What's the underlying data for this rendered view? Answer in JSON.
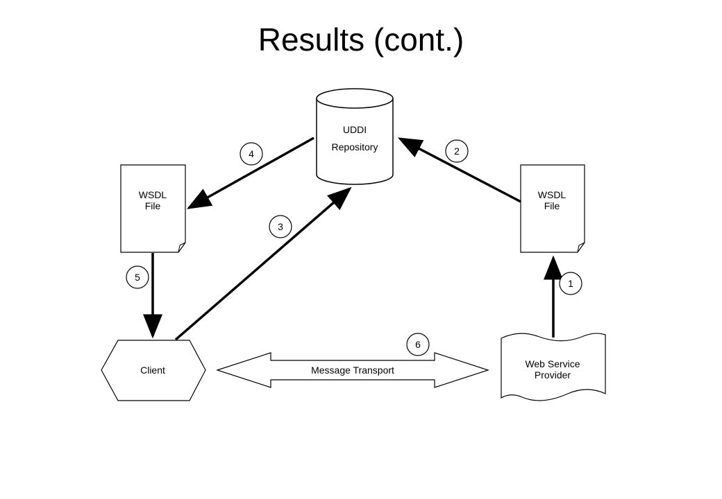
{
  "title": "Results (cont.)",
  "nodes": {
    "uddi": {
      "line1": "UDDI",
      "line2": "Repository"
    },
    "wsdl_left": {
      "line1": "WSDL",
      "line2": "File"
    },
    "wsdl_right": {
      "line1": "WSDL",
      "line2": "File"
    },
    "client": {
      "label": "Client"
    },
    "provider": {
      "line1": "Web Service",
      "line2": "Provider"
    }
  },
  "transport": {
    "label": "Message Transport"
  },
  "steps": [
    "1",
    "2",
    "3",
    "4",
    "5",
    "6"
  ]
}
